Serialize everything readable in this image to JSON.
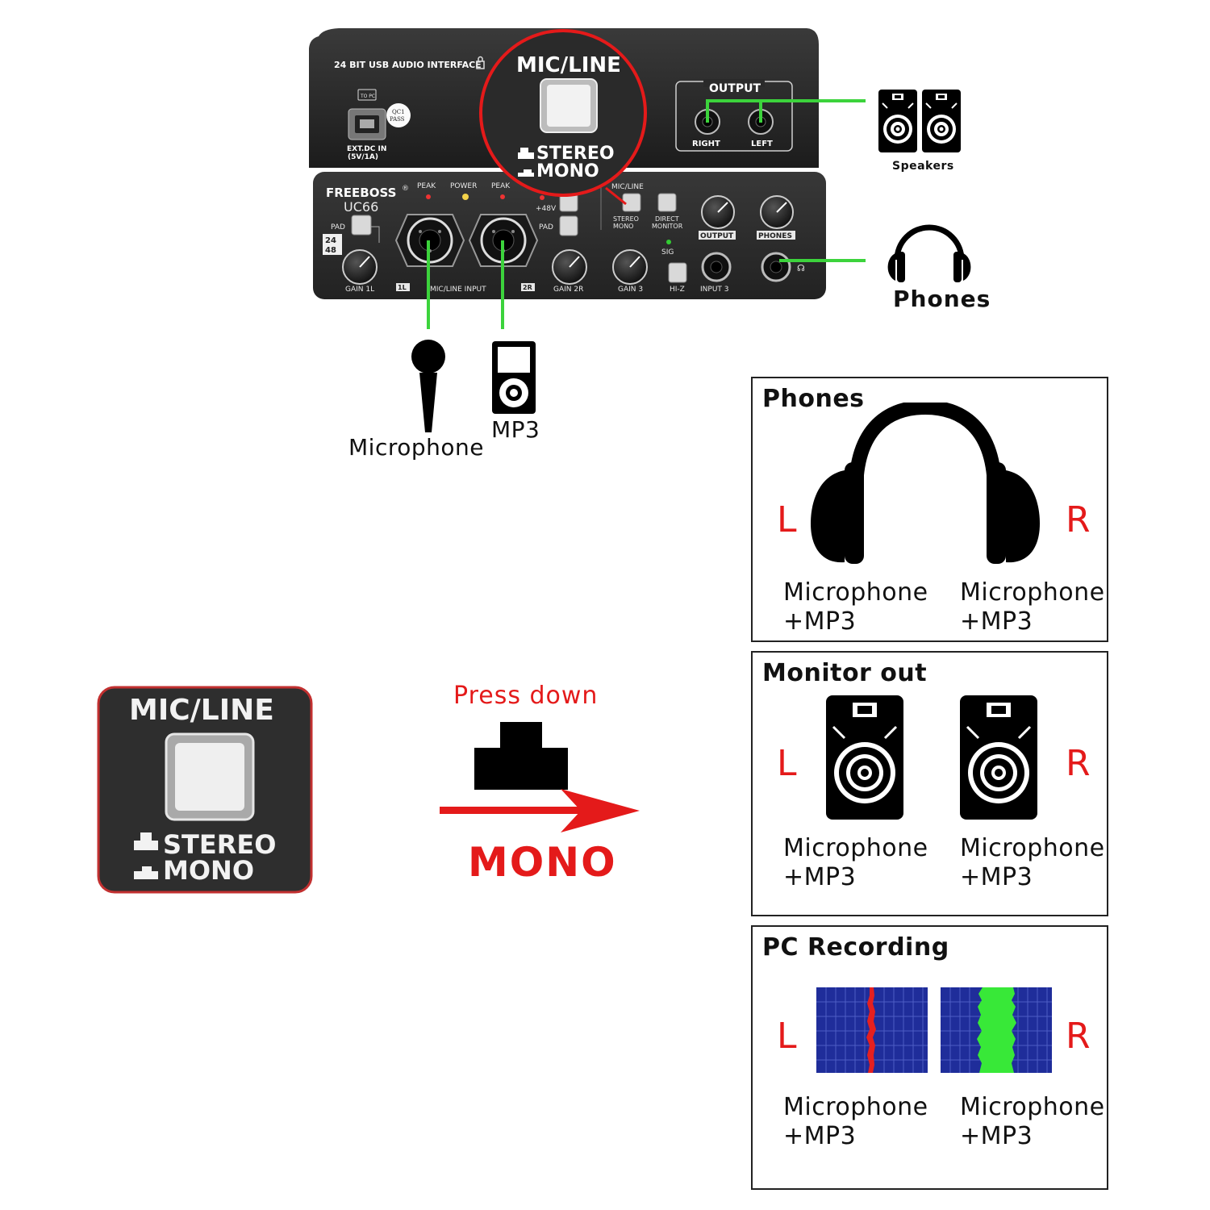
{
  "device": {
    "top_label": "24 BIT USB AUDIO INTERFACE",
    "to_pc": "TO PC",
    "qc": "QC1",
    "pass": "PASS",
    "ext_dc": "EXT.DC IN",
    "ext_dc_spec": "(5V/1A)",
    "mic_line": "MIC/LINE",
    "stereo": "STEREO",
    "mono": "MONO",
    "output": "OUTPUT",
    "right": "RIGHT",
    "left": "LEFT",
    "brand": "FREEBOSS",
    "reg": "®",
    "model": "UC66",
    "peak": "PEAK",
    "power": "POWER",
    "pad": "PAD",
    "bit": "24",
    "khz": "48",
    "plus48": "+48V",
    "mic_line_small": "MIC/LINE",
    "stereo_small": "STEREO",
    "mono_small": "MONO",
    "direct": "DIRECT",
    "monitor": "MONITOR",
    "output_small": "OUTPUT",
    "phones_small": "PHONES",
    "sig": "SIG",
    "gain1": "GAIN 1L",
    "ch1": "1L",
    "mic_line_input": "MIC/LINE  INPUT",
    "ch2": "2R",
    "gain2": "GAIN 2R",
    "gain3": "GAIN 3",
    "hiz": "HI-Z",
    "input3": "INPUT 3"
  },
  "connections": {
    "speakers": "Speakers",
    "phones": "Phones",
    "microphone": "Microphone",
    "mp3": "MP3"
  },
  "switch_closeup": {
    "mic_line": "MIC/LINE",
    "stereo": "STEREO",
    "mono": "MONO"
  },
  "action": {
    "press_down": "Press down",
    "mode": "MONO"
  },
  "panels": [
    {
      "title": "Phones",
      "left": "L",
      "right": "R",
      "left_src_1": "Microphone",
      "left_src_2": "+MP3",
      "right_src_1": "Microphone",
      "right_src_2": "+MP3"
    },
    {
      "title": "Monitor out",
      "left": "L",
      "right": "R",
      "left_src_1": "Microphone",
      "left_src_2": "+MP3",
      "right_src_1": "Microphone",
      "right_src_2": "+MP3"
    },
    {
      "title": "PC Recording",
      "left": "L",
      "right": "R",
      "left_src_1": "Microphone",
      "left_src_2": "+MP3",
      "right_src_1": "Microphone",
      "right_src_2": "+MP3"
    }
  ],
  "colors": {
    "accent_red": "#e41a1a",
    "cable_green": "#3cd33c",
    "device_body": "#2b2b2b",
    "waveform_bg": "#1f2d9a"
  }
}
